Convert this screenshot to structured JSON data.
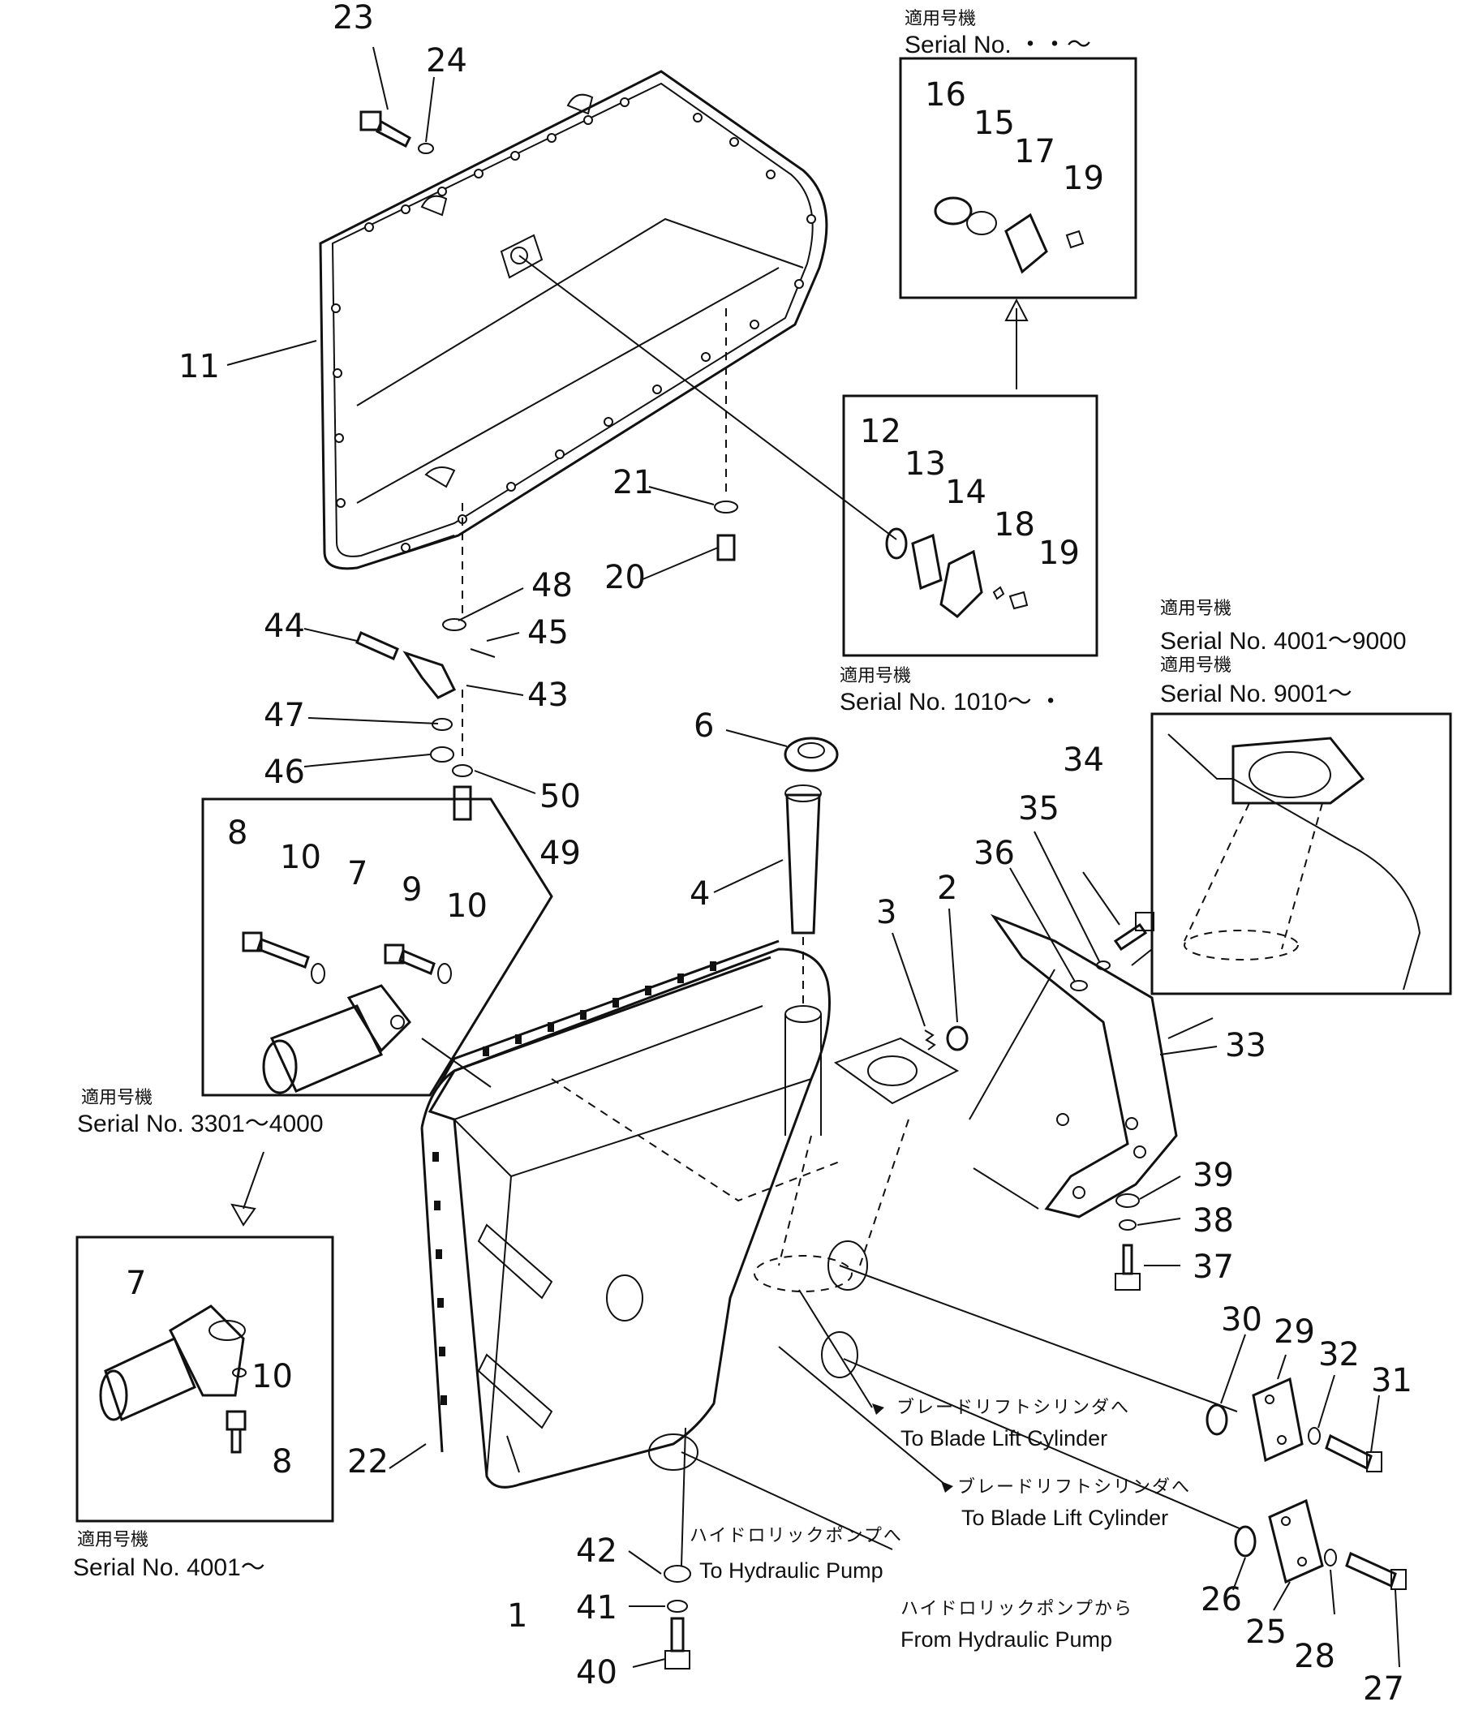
{
  "serial_boxes": {
    "top_detail": {
      "jp": "適用号機",
      "serial": "Serial No.  ・・〜"
    },
    "mid_detail": {
      "jp": "適用号機",
      "serial": "Serial No. 1010〜 ・"
    },
    "right_detail_a": {
      "jp": "適用号機",
      "serial": "Serial No. 4001〜9000"
    },
    "right_detail_b": {
      "jp": "適用号機",
      "serial": "Serial No. 9001〜"
    },
    "left_detail_a": {
      "jp": "適用号機",
      "serial": "Serial No. 3301〜4000"
    },
    "left_detail_b": {
      "jp": "適用号機",
      "serial": "Serial No. 4001〜"
    }
  },
  "destinations": {
    "blade_1": {
      "jp": "ブレードリフトシリンダへ",
      "en": "To Blade Lift Cylinder"
    },
    "blade_2": {
      "jp": "ブレードリフトシリンダへ",
      "en": "To Blade Lift Cylinder"
    },
    "pump_to": {
      "jp": "ハイドロリックポンプへ",
      "en": "To Hydraulic Pump"
    },
    "pump_from": {
      "jp": "ハイドロリックポンプから",
      "en": "From Hydraulic Pump"
    }
  },
  "part_numbers": {
    "p1": "1",
    "p2": "2",
    "p3": "3",
    "p4": "4",
    "p6": "6",
    "p7a": "7",
    "p7b": "7",
    "p8a": "8",
    "p8b": "8",
    "p9": "9",
    "p10a": "10",
    "p10b": "10",
    "p10c": "10",
    "p11": "11",
    "p12": "12",
    "p13": "13",
    "p14": "14",
    "p15": "15",
    "p16": "16",
    "p17": "17",
    "p18": "18",
    "p19a": "19",
    "p19b": "19",
    "p20": "20",
    "p21": "21",
    "p22": "22",
    "p23": "23",
    "p24": "24",
    "p25": "25",
    "p26": "26",
    "p27": "27",
    "p28": "28",
    "p29": "29",
    "p30": "30",
    "p31": "31",
    "p32": "32",
    "p33": "33",
    "p34": "34",
    "p35": "35",
    "p36": "36",
    "p37": "37",
    "p38": "38",
    "p39": "39",
    "p40": "40",
    "p41": "41",
    "p42": "42",
    "p43": "43",
    "p44": "44",
    "p45": "45",
    "p46": "46",
    "p47": "47",
    "p48": "48",
    "p49": "49",
    "p50": "50"
  }
}
